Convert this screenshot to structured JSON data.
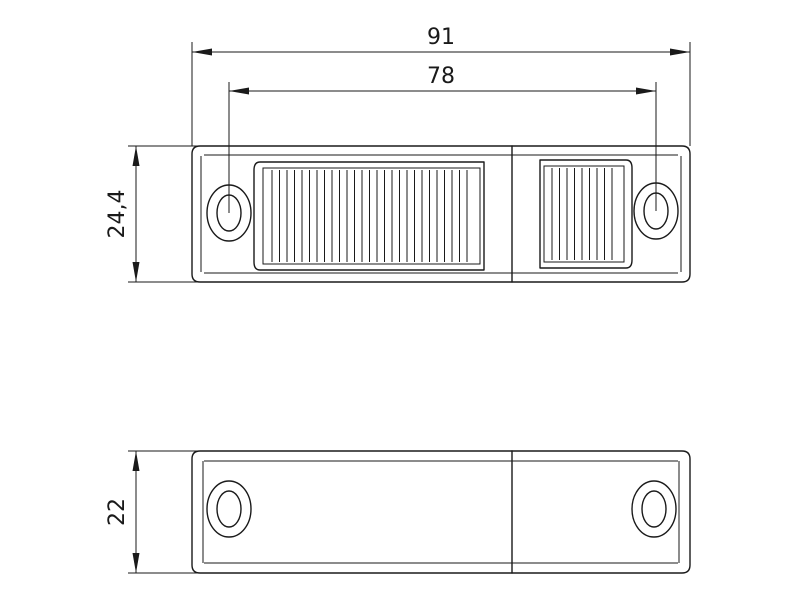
{
  "dimensions": {
    "overall_length": "91",
    "hole_spacing": "78",
    "top_view_height": "24,4",
    "side_view_height": "22"
  },
  "colors": {
    "line": "#1a1a1a",
    "background": "#ffffff"
  }
}
